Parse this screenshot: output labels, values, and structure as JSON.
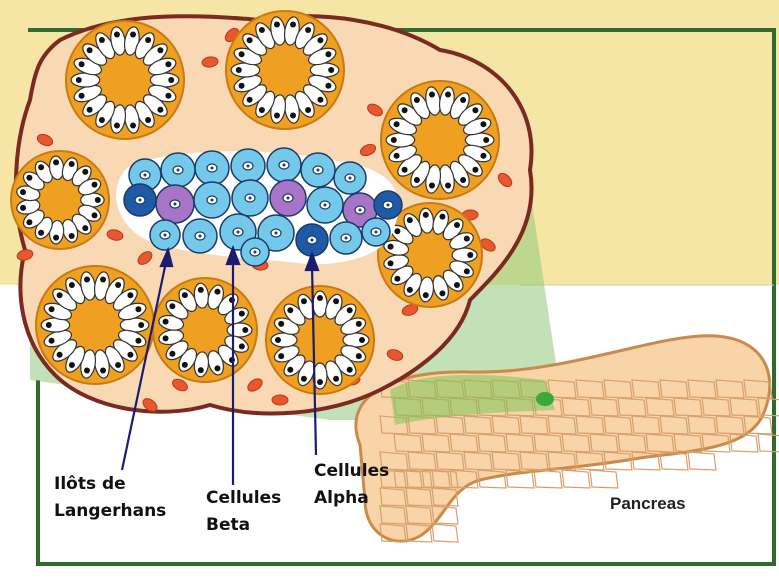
{
  "labels": {
    "islets": {
      "line1": "Ilôts de",
      "line2": "Langerhans"
    },
    "beta": {
      "line1": "Cellules",
      "line2": "Beta"
    },
    "alpha": {
      "line1": "Cellules",
      "line2": "Alpha"
    },
    "pancreas": "Pancreas"
  },
  "colors": {
    "background_cream": "#f5e6a6",
    "panel_border": "#2f6b2f",
    "tissue_fill": "#f8d9b4",
    "tissue_outline": "#7a2a20",
    "acinus_orange": "#f0a020",
    "red_blood_cell": "#e8572e",
    "islet_white": "#ffffff",
    "beta_cell": "#74c8ea",
    "alpha_cell": "#a874c8",
    "delta_cell": "#1f5aa6",
    "arrow_navy": "#1c1c6e",
    "pancreas_fill": "#f8d4a8",
    "zoom_highlight": "#8fc97a"
  }
}
